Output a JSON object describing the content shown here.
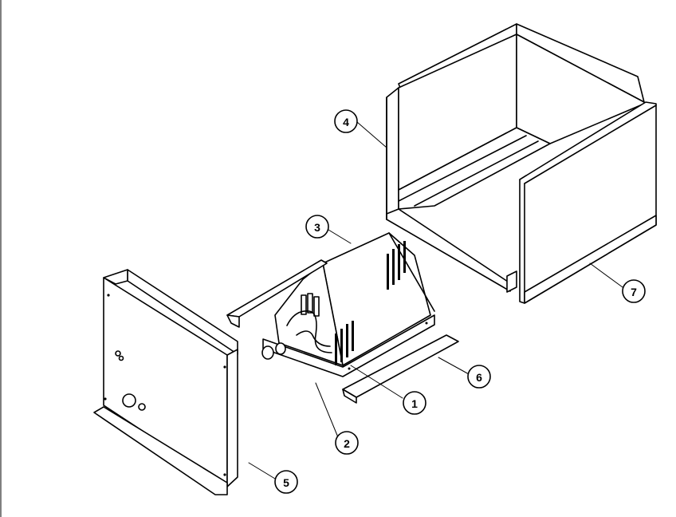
{
  "diagram": {
    "callouts": [
      {
        "id": "c1",
        "label": "1"
      },
      {
        "id": "c2",
        "label": "2"
      },
      {
        "id": "c3",
        "label": "3"
      },
      {
        "id": "c4",
        "label": "4"
      },
      {
        "id": "c5",
        "label": "5"
      },
      {
        "id": "c6",
        "label": "6"
      },
      {
        "id": "c7",
        "label": "7"
      }
    ]
  },
  "colors": {
    "line": "#000000",
    "background": "#ffffff"
  }
}
